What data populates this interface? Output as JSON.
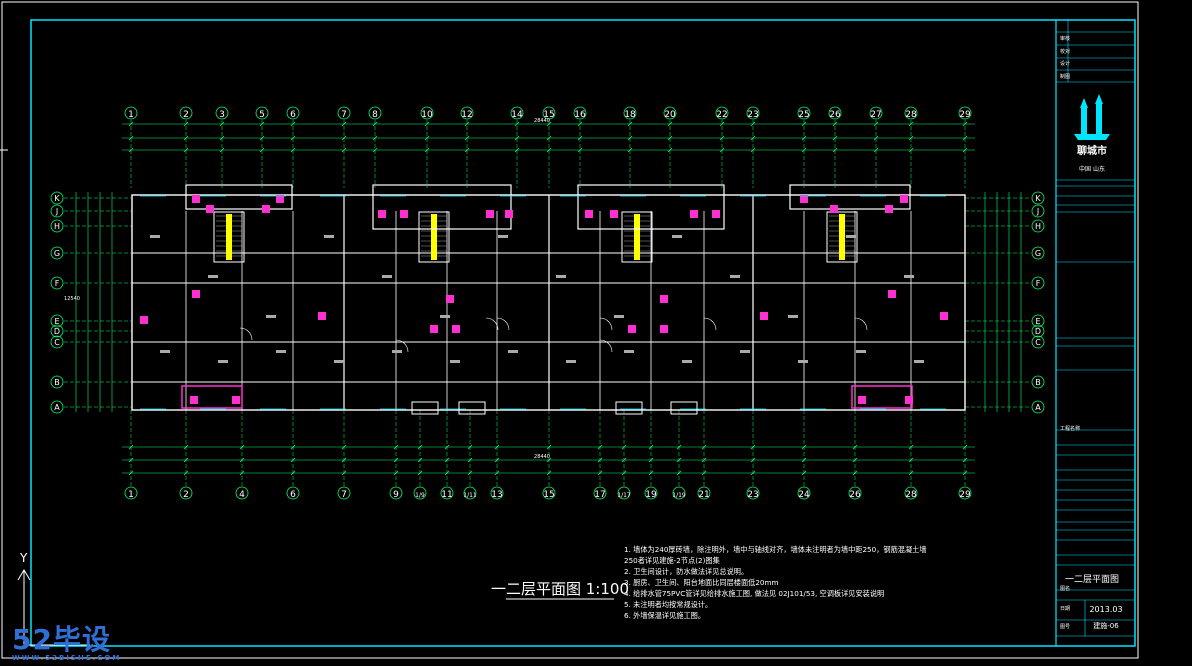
{
  "drawing": {
    "title": "一二层平面图 1:100",
    "notes": [
      "1. 墙体为240厚砖墙，除注明外，墙中与轴线对齐，墙体未注明者为墙中距250，钢筋混凝土墙",
      "   250者详见建施-2节点(2)图集",
      "2. 卫生间设计，防水做法详见总说明。",
      "3. 厨房、卫生间、阳台地面比同层楼面低20mm",
      "4. 给排水管75PVC管详见给排水施工图, 做法见 02J101/53, 空调板详见安装说明",
      "5. 未注明者均按常规设计。",
      "6. 外墙保温详见施工图。"
    ],
    "axis_top": [
      "1",
      "2",
      "3",
      "5",
      "6",
      "7",
      "8",
      "10",
      "12",
      "14",
      "15",
      "16",
      "18",
      "20",
      "22",
      "23",
      "25",
      "26",
      "27",
      "28",
      "29"
    ],
    "axis_bottom": [
      "1",
      "2",
      "4",
      "6",
      "7",
      "9",
      "1/9",
      "11",
      "1/11",
      "13",
      "15",
      "17",
      "1/17",
      "19",
      "1/19",
      "21",
      "23",
      "24",
      "26",
      "28",
      "29"
    ],
    "axis_rows": [
      "K",
      "J",
      "H",
      "G",
      "F",
      "E",
      "D",
      "C",
      "B",
      "A"
    ],
    "dims_top_total": "28440",
    "dims_left_total": "12540"
  },
  "title_block": {
    "city": "聊城市",
    "subtitle": "中国 山东",
    "sheet_name": "一二层平面图",
    "date": "2013.03",
    "sheet_no": "建施-06",
    "rows": [
      "审核",
      "校对",
      "设计",
      "制图",
      "工程名称",
      "图名",
      "日期",
      "图号"
    ]
  },
  "ucs": {
    "y_label": "Y"
  },
  "watermark": {
    "brand": "52毕设",
    "url": "WWW.52BISHE.COM"
  },
  "colors": {
    "background": "#000000",
    "frame": "#00e5ff",
    "wall": "#ffffff",
    "window": "#ff2fd0",
    "stair": "#ffff00",
    "axis": "#00ff66",
    "dim": "#00ff66"
  }
}
